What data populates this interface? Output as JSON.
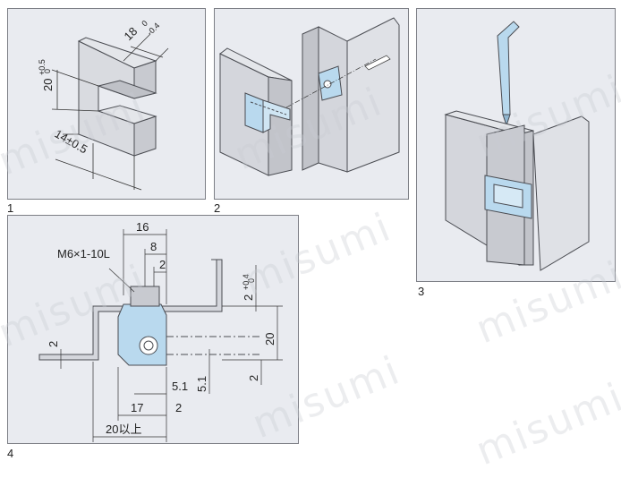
{
  "panels": {
    "p1": {
      "label": "1"
    },
    "p2": {
      "label": "2"
    },
    "p3": {
      "label": "3"
    },
    "p4": {
      "label": "4"
    }
  },
  "dims_p1": {
    "d18": "18",
    "d18_tol_top": "0",
    "d18_tol_bot": "-0.4",
    "d20": "20",
    "d20_tol": "+0.5",
    "d20_tol0": "0",
    "d14": "14±0.5"
  },
  "dims_p4": {
    "screw": "M6×1-10L",
    "d16": "16",
    "d8": "8",
    "d2a": "2",
    "d2b": "2",
    "d2b_tol_top": "+0.4",
    "d2b_tol_bot": "0",
    "d20": "20",
    "d2c": "2",
    "d51v": "5.1",
    "d2left": "2",
    "d51h": "5.1",
    "d17": "17",
    "d2d": "2",
    "d20ij": "20以上"
  },
  "watermark": "misumi",
  "colors": {
    "panel_bg": "#e9ebf0",
    "metal": "#d9dbe0",
    "hinge": "#b9d9ee",
    "line": "#4a4c52"
  }
}
